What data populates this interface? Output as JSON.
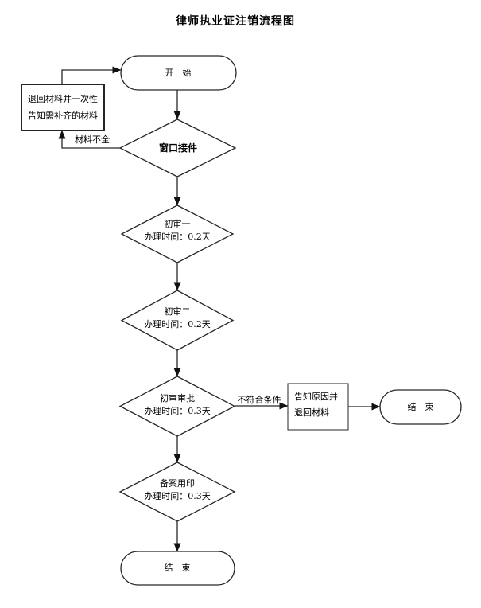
{
  "title": "律师执业证注销流程图",
  "colors": {
    "line": "#262626",
    "arrowhead": "#111111",
    "text": "#000000",
    "background": "#ffffff"
  },
  "nodes": {
    "start": {
      "type": "terminator",
      "label": "开　始"
    },
    "return_materials": {
      "type": "process",
      "lines": [
        "退回材料并一次性",
        "告知需补齐的材料"
      ]
    },
    "window_intake": {
      "type": "decision",
      "label": "窗口接件"
    },
    "first_review_1": {
      "type": "decision",
      "lines": [
        "初审一",
        "办理时间：0.2天"
      ]
    },
    "first_review_2": {
      "type": "decision",
      "lines": [
        "初审二",
        "办理时间：0.2天"
      ]
    },
    "review_approval": {
      "type": "decision",
      "lines": [
        "初审审批",
        "办理时间：0.3天"
      ]
    },
    "filing_seal": {
      "type": "decision",
      "lines": [
        "备案用印",
        "办理时间：0.3天"
      ]
    },
    "notify_return": {
      "type": "process",
      "lines": [
        "告知原因并",
        "退回材料"
      ]
    },
    "end_right": {
      "type": "terminator",
      "label": "结　束"
    },
    "end_bottom": {
      "type": "terminator",
      "label": "结　束"
    }
  },
  "edge_labels": {
    "incomplete_materials": "材料不全",
    "not_qualified": "不符合条件"
  }
}
